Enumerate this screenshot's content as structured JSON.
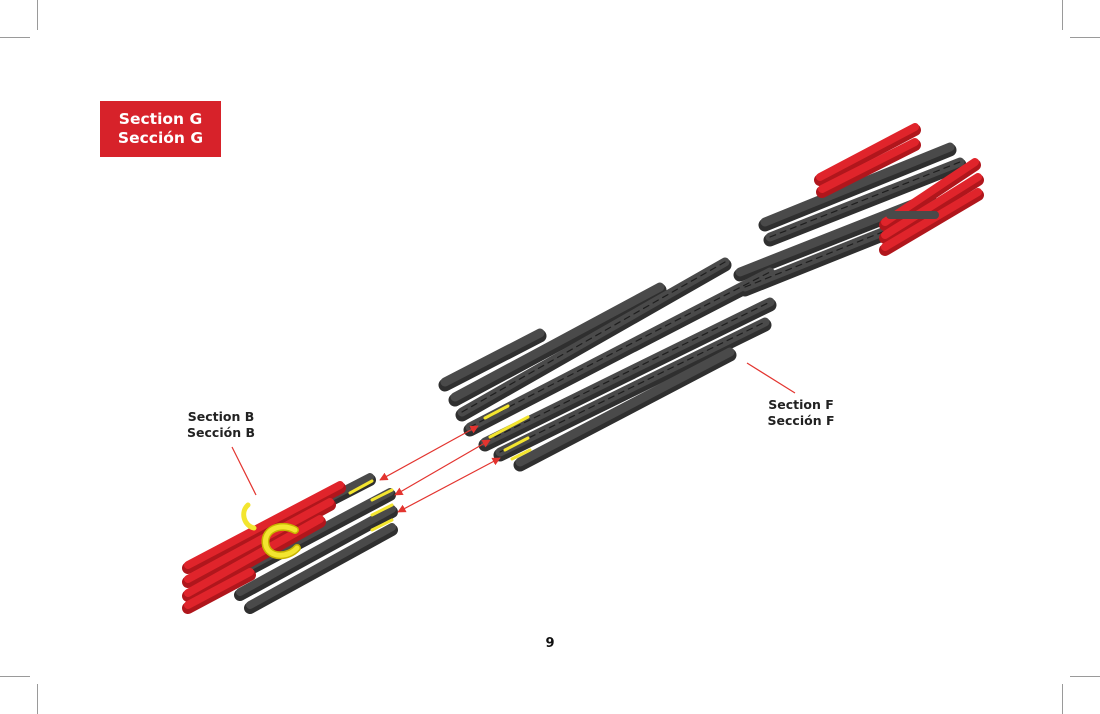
{
  "badge": {
    "line1": "Section G",
    "line2": "Sección G",
    "color": "#d7222a"
  },
  "labels": {
    "section_b": {
      "line1": "Section B",
      "line2": "Sección B"
    },
    "section_f": {
      "line1": "Section F",
      "line2": "Sección F"
    }
  },
  "page_number": "9",
  "colors": {
    "piece_gray": "#4a4a4a",
    "piece_gray_dark": "#2f2f2f",
    "piece_red": "#e0242b",
    "connector_yellow": "#f3e52f",
    "arrow_red": "#e3342f"
  }
}
